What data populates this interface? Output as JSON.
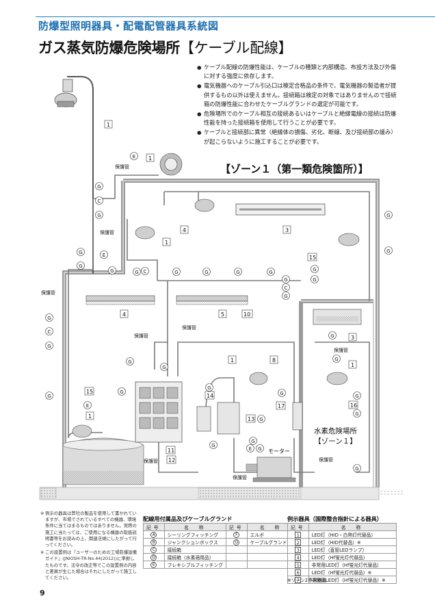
{
  "header": {
    "section_title": "防爆型照明器具・配電配管器具系統図",
    "title_main": "ガス蒸気防爆危険場所",
    "title_sub": "【ケーブル配線】"
  },
  "bullets": [
    "ケーブル配線の防爆性能は、ケーブルの種類と内部構造、布設方法及び外傷に対する強度に依存します。",
    "電気機器へのケーブル引込口は検定合格品の条件で、電気機器の製造者が提供するもの以外は使えません。接続箱は検定の対象ではありませんので接続箱の防爆性能に合わせたケーブルグランドの選定が可能です。",
    "危険場所でのケーブル相互の接続あるいはケーブルと絶縁電線の接続は防爆性能を持った接続箱を使用して行うことが必要です。",
    "ケーブルと接続部に異常（絶縁体の損傷、劣化、断線、及び接続部の緩み）が起こらないように施工することが必要です。"
  ],
  "diagram": {
    "zone1_label": "【ゾーン１（第一類危険箇所）】",
    "hydrogen_label": "水素危険場所",
    "hydrogen_zone": "【ゾーン１】",
    "motor_label": "モーター",
    "conduit_label": "保護管",
    "symbol_G": "G",
    "symbol_C": "C",
    "symbol_E": "E"
  },
  "notes": [
    "例示の器具は弊社の製品を使用して書かれていますが、市場でされているすべての機器、環境条件に当てはまるものではありません。実際の施工に当たっては、ご使用になる機器の取扱説明書等をお読みの上、関連法規にしたがって行ってください。",
    "この設置例は『ユーザーのための工場防爆設備ガイド』(JNIOSH-TR-No.44(2012))に準拠したものです。法令の改正等でこの設置例の内容と差異が生じた場合はそれにしたがって施工してください。"
  ],
  "parts_table": {
    "heading": "配線用付属品及びケーブルグランド",
    "col_symbol": "記号",
    "col_name": "名　称",
    "rows": [
      {
        "symbol": "A",
        "name": "シーリングフィッチング"
      },
      {
        "symbol": "B",
        "name": "ジャンクションボックス"
      },
      {
        "symbol": "C",
        "name": "接続箱"
      },
      {
        "symbol": "D",
        "name": "接続箱（水素適用品）"
      },
      {
        "symbol": "E",
        "name": "フレキシブルフィッチング"
      }
    ],
    "rows2": [
      {
        "symbol": "F",
        "name": "エルボ"
      },
      {
        "symbol": "G",
        "name": "ケーブルグランド"
      }
    ]
  },
  "fixtures_table": {
    "heading": "例示器具（国際整合指針による器具）",
    "col_symbol": "記号",
    "col_name": "名　称",
    "rows": [
      {
        "no": "1",
        "name": "LED灯（HID・白熱灯代替品）"
      },
      {
        "no": "2",
        "name": "LED灯（HID代替品）※"
      },
      {
        "no": "3",
        "name": "LED灯（直管LEDランプ）"
      },
      {
        "no": "4",
        "name": "LED灯（Hf蛍光灯代替品）"
      },
      {
        "no": "5",
        "name": "非常用LED灯（Hf蛍光灯代替品）"
      },
      {
        "no": "6",
        "name": "LED灯（Hf蛍光灯代替品）※"
      },
      {
        "no": "7",
        "name": "非常用LED灯（Hf蛍光灯代替品）※"
      }
    ],
    "footnote": "※ゾーン2専用器具"
  },
  "page_number": "9"
}
